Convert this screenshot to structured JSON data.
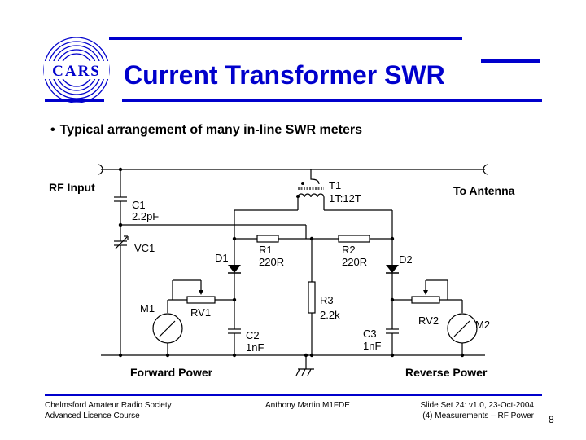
{
  "logo": {
    "text": "CARS"
  },
  "title": "Current Transformer SWR",
  "bullet": "Typical arrangement of many in-line SWR meters",
  "colors": {
    "accent": "#0000cc",
    "lines": "#000000"
  },
  "diagram": {
    "rf_input": "RF Input",
    "to_antenna": "To Antenna",
    "t1_name": "T1",
    "t1_value": "1T:12T",
    "c1_name": "C1",
    "c1_value": "2.2pF",
    "vc1_name": "VC1",
    "r1_name": "R1",
    "r1_value": "220R",
    "r2_name": "R2",
    "r2_value": "220R",
    "d1_name": "D1",
    "d2_name": "D2",
    "r3_name": "R3",
    "r3_value": "2.2k",
    "m1_name": "M1",
    "rv1_name": "RV1",
    "c2_name": "C2",
    "c2_value": "1nF",
    "c3_name": "C3",
    "c3_value": "1nF",
    "rv2_name": "RV2",
    "m2_name": "M2",
    "forward_power": "Forward Power",
    "reverse_power": "Reverse Power"
  },
  "footer": {
    "society": "Chelmsford Amateur Radio Society",
    "course": "Advanced Licence Course",
    "author": "Anthony Martin M1FDE",
    "slide_set": "Slide Set 24:  v1.0,  23-Oct-2004",
    "section": "(4) Measurements – RF Power",
    "page": "8"
  }
}
